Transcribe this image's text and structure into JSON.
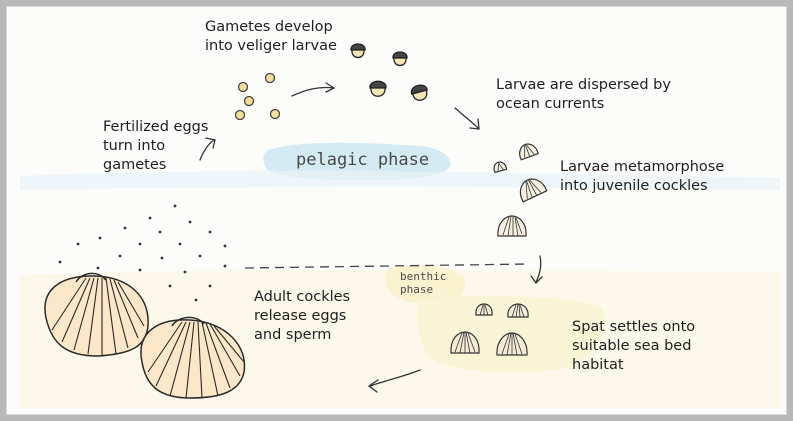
{
  "labels": {
    "gametes_develop": "Gametes develop\ninto veliger larvae",
    "larvae_dispersed": "Larvae are dispersed by\nocean currents",
    "fertilized_eggs": "Fertilized eggs\nturn into\ngametes",
    "larvae_metamorphose": "Larvae metamorphose\ninto juvenile cockles",
    "adult_cockles": "Adult cockles\nrelease eggs\nand sperm",
    "spat_settles": "Spat settles onto\nsuitable sea bed\nhabitat"
  },
  "phases": {
    "pelagic": "pelagic phase",
    "benthic": "benthic\nphase"
  },
  "colors": {
    "frame": "#b9b9b9",
    "pelagic_wash": "#cfe9f3",
    "benthic_wash": "#fbf2cf",
    "shell_fill": "#fce8c8",
    "ink": "#333333",
    "larva_fill": "#f5e7b5"
  }
}
